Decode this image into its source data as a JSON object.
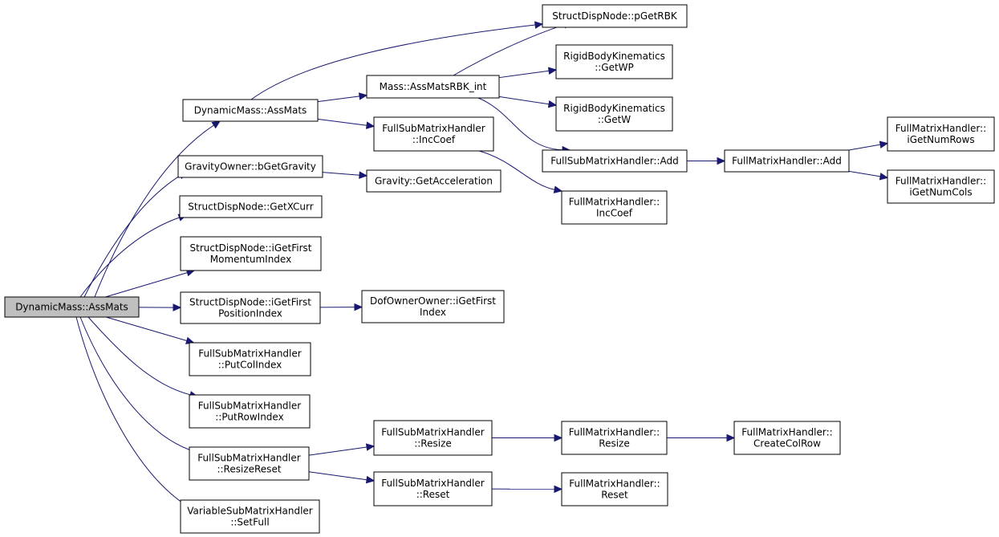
{
  "graph": {
    "edge_color": "#191970",
    "root_fill": "#bfbfbf",
    "nodes": [
      {
        "id": "root",
        "lines": [
          "DynamicMass::AssMats"
        ],
        "root": true
      },
      {
        "id": "dm_assmats",
        "lines": [
          "DynamicMass::AssMats"
        ]
      },
      {
        "id": "grav_owner",
        "lines": [
          "GravityOwner::bGetGravity"
        ]
      },
      {
        "id": "getxcurr",
        "lines": [
          "StructDispNode::GetXCurr"
        ]
      },
      {
        "id": "mom_index",
        "lines": [
          "StructDispNode::iGetFirst",
          "MomentumIndex"
        ]
      },
      {
        "id": "pos_index",
        "lines": [
          "StructDispNode::iGetFirst",
          "PositionIndex"
        ]
      },
      {
        "id": "putcol",
        "lines": [
          "FullSubMatrixHandler",
          "::PutColIndex"
        ]
      },
      {
        "id": "putrow",
        "lines": [
          "FullSubMatrixHandler",
          "::PutRowIndex"
        ]
      },
      {
        "id": "resizereset",
        "lines": [
          "FullSubMatrixHandler",
          "::ResizeReset"
        ]
      },
      {
        "id": "setfull",
        "lines": [
          "VariableSubMatrixHandler",
          "::SetFull"
        ]
      },
      {
        "id": "mass_rbk",
        "lines": [
          "Mass::AssMatsRBK_int"
        ]
      },
      {
        "id": "fsm_inccoef",
        "lines": [
          "FullSubMatrixHandler",
          "::IncCoef"
        ]
      },
      {
        "id": "grav_acc",
        "lines": [
          "Gravity::GetAcceleration"
        ]
      },
      {
        "id": "dof_first",
        "lines": [
          "DofOwnerOwner::iGetFirst",
          "Index"
        ]
      },
      {
        "id": "fsm_resize",
        "lines": [
          "FullSubMatrixHandler",
          "::Resize"
        ]
      },
      {
        "id": "fsm_reset",
        "lines": [
          "FullSubMatrixHandler",
          "::Reset"
        ]
      },
      {
        "id": "pgetrbk",
        "lines": [
          "StructDispNode::pGetRBK"
        ]
      },
      {
        "id": "rbk_getwp",
        "lines": [
          "RigidBodyKinematics",
          "::GetWP"
        ]
      },
      {
        "id": "rbk_getw",
        "lines": [
          "RigidBodyKinematics",
          "::GetW"
        ]
      },
      {
        "id": "fsm_add",
        "lines": [
          "FullSubMatrixHandler::Add"
        ]
      },
      {
        "id": "fm_inccoef",
        "lines": [
          "FullMatrixHandler::",
          "IncCoef"
        ]
      },
      {
        "id": "fm_resize",
        "lines": [
          "FullMatrixHandler::",
          "Resize"
        ]
      },
      {
        "id": "fm_reset",
        "lines": [
          "FullMatrixHandler::",
          "Reset"
        ]
      },
      {
        "id": "fm_add",
        "lines": [
          "FullMatrixHandler::Add"
        ]
      },
      {
        "id": "fm_createcolrow",
        "lines": [
          "FullMatrixHandler::",
          "CreateColRow"
        ]
      },
      {
        "id": "fm_numrows",
        "lines": [
          "FullMatrixHandler::",
          "iGetNumRows"
        ]
      },
      {
        "id": "fm_numcols",
        "lines": [
          "FullMatrixHandler::",
          "iGetNumCols"
        ]
      }
    ],
    "edges": [
      [
        "root",
        "dm_assmats"
      ],
      [
        "root",
        "grav_owner"
      ],
      [
        "root",
        "getxcurr"
      ],
      [
        "root",
        "mom_index"
      ],
      [
        "root",
        "pos_index"
      ],
      [
        "root",
        "putcol"
      ],
      [
        "root",
        "putrow"
      ],
      [
        "root",
        "resizereset"
      ],
      [
        "root",
        "setfull"
      ],
      [
        "dm_assmats",
        "pgetrbk"
      ],
      [
        "dm_assmats",
        "mass_rbk"
      ],
      [
        "dm_assmats",
        "fsm_inccoef"
      ],
      [
        "grav_owner",
        "grav_acc"
      ],
      [
        "pos_index",
        "dof_first"
      ],
      [
        "resizereset",
        "fsm_resize"
      ],
      [
        "resizereset",
        "fsm_reset"
      ],
      [
        "mass_rbk",
        "pgetrbk"
      ],
      [
        "mass_rbk",
        "rbk_getwp"
      ],
      [
        "mass_rbk",
        "rbk_getw"
      ],
      [
        "mass_rbk",
        "fsm_add"
      ],
      [
        "fsm_inccoef",
        "fm_inccoef"
      ],
      [
        "fsm_add",
        "fm_add"
      ],
      [
        "fm_add",
        "fm_numrows"
      ],
      [
        "fm_add",
        "fm_numcols"
      ],
      [
        "fsm_resize",
        "fm_resize"
      ],
      [
        "fsm_reset",
        "fm_reset"
      ],
      [
        "fm_resize",
        "fm_createcolrow"
      ]
    ]
  }
}
